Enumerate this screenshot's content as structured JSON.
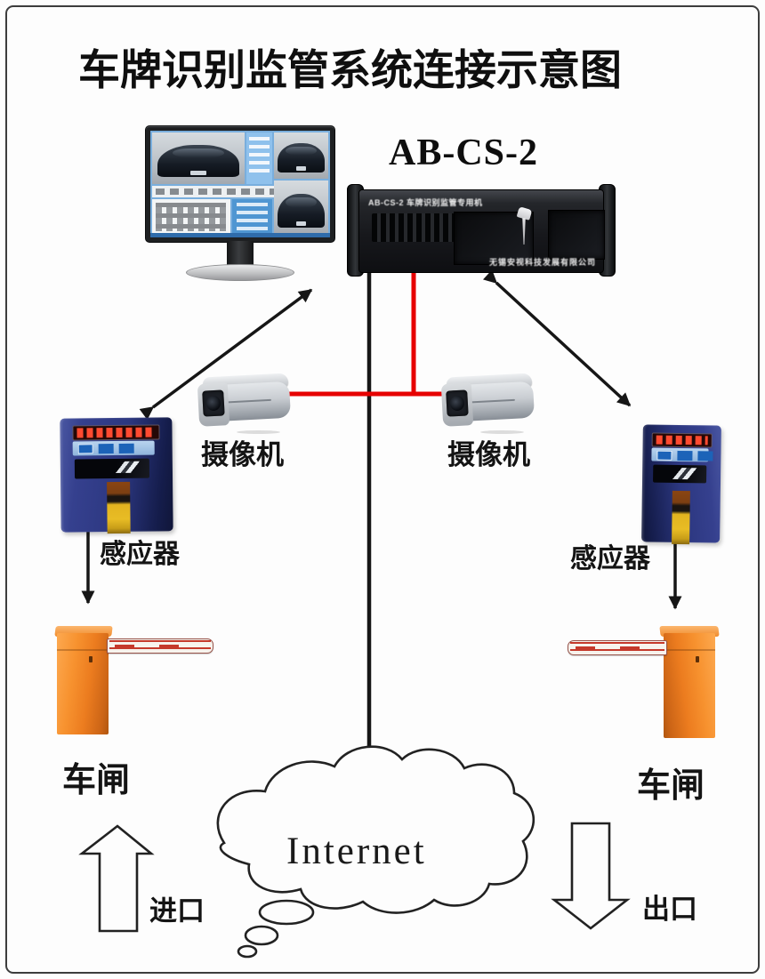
{
  "title": "车牌识别监管系统连接示意图",
  "server": {
    "label": "AB-CS-2",
    "front_text": "AB-CS-2 车牌识别监管专用机",
    "company_text": "无锡安视科技发展有限公司"
  },
  "cameras": {
    "left_label": "摄像机",
    "right_label": "摄像机"
  },
  "sensors": {
    "left_label": "感应器",
    "right_label": "感应器"
  },
  "gates": {
    "left_label": "车闸",
    "right_label": "车闸"
  },
  "internet": {
    "label": "Internet"
  },
  "flows": {
    "entrance_label": "进口",
    "exit_label": "出口"
  },
  "colors": {
    "cable_red": "#e60000",
    "cable_black": "#161616",
    "barrier_orange": "#ee7d1f",
    "kiosk_blue": "#2c3780",
    "led_red": "#ff4a30"
  }
}
